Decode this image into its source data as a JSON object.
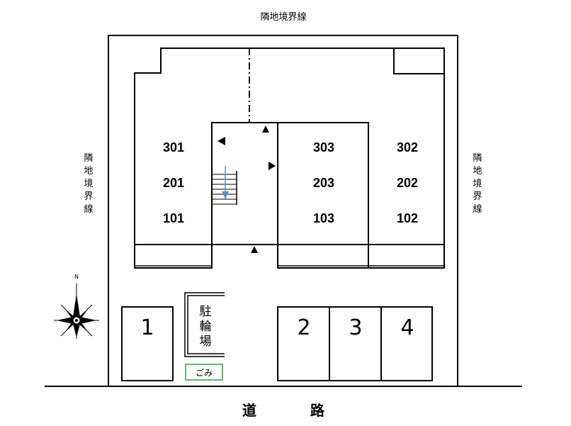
{
  "boundary": {
    "top": "隣地境界線",
    "left": [
      "隣",
      "地",
      "境",
      "界",
      "線"
    ],
    "right": [
      "隣",
      "地",
      "境",
      "界",
      "線"
    ]
  },
  "road": {
    "chars": [
      "道",
      "路"
    ]
  },
  "compass": {
    "north": "N"
  },
  "units": {
    "left_column": [
      "301",
      "201",
      "101"
    ],
    "middle_column": [
      "303",
      "203",
      "103"
    ],
    "right_column": [
      "302",
      "202",
      "102"
    ]
  },
  "parking": {
    "spaces": [
      "1",
      "2",
      "3",
      "4"
    ]
  },
  "bicycle_parking": {
    "chars": [
      "駐",
      "輪",
      "場"
    ]
  },
  "garbage": {
    "label": "ごみ",
    "color": "#3a9a3a"
  },
  "stair_arrow_color": "#5a8fd0"
}
